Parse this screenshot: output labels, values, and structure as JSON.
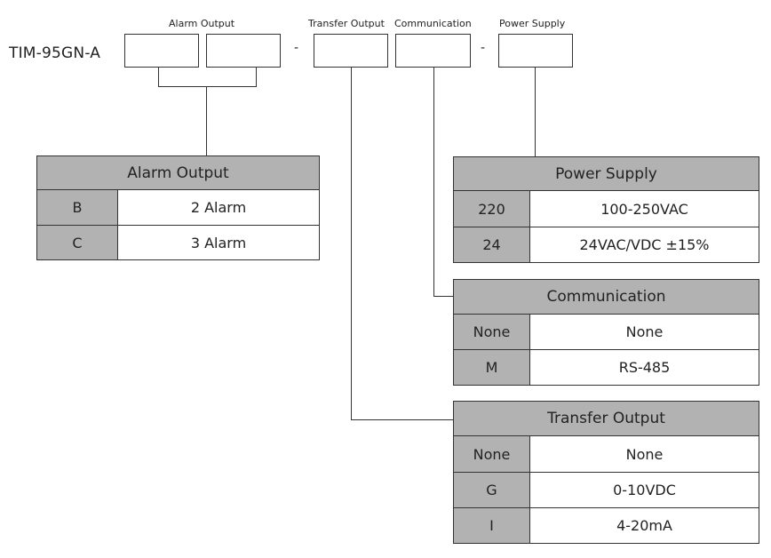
{
  "model": "TIM-95GN-A",
  "separators": [
    "-",
    "-"
  ],
  "headers": {
    "alarm_output": "Alarm Output",
    "transfer_output": "Transfer Output",
    "communication": "Communication",
    "power_supply": "Power Supply"
  },
  "tables": {
    "alarm_output": {
      "title": "Alarm Output",
      "rows": [
        {
          "code": "B",
          "desc": "2 Alarm"
        },
        {
          "code": "C",
          "desc": "3 Alarm"
        }
      ]
    },
    "power_supply": {
      "title": "Power Supply",
      "rows": [
        {
          "code": "220",
          "desc": "100-250VAC"
        },
        {
          "code": "24",
          "desc": "24VAC/VDC ±15%"
        }
      ]
    },
    "communication": {
      "title": "Communication",
      "rows": [
        {
          "code": "None",
          "desc": "None"
        },
        {
          "code": "M",
          "desc": "RS-485"
        }
      ]
    },
    "transfer_output": {
      "title": "Transfer Output",
      "rows": [
        {
          "code": "None",
          "desc": "None"
        },
        {
          "code": "G",
          "desc": "0-10VDC"
        },
        {
          "code": "I",
          "desc": "4-20mA"
        }
      ]
    }
  }
}
